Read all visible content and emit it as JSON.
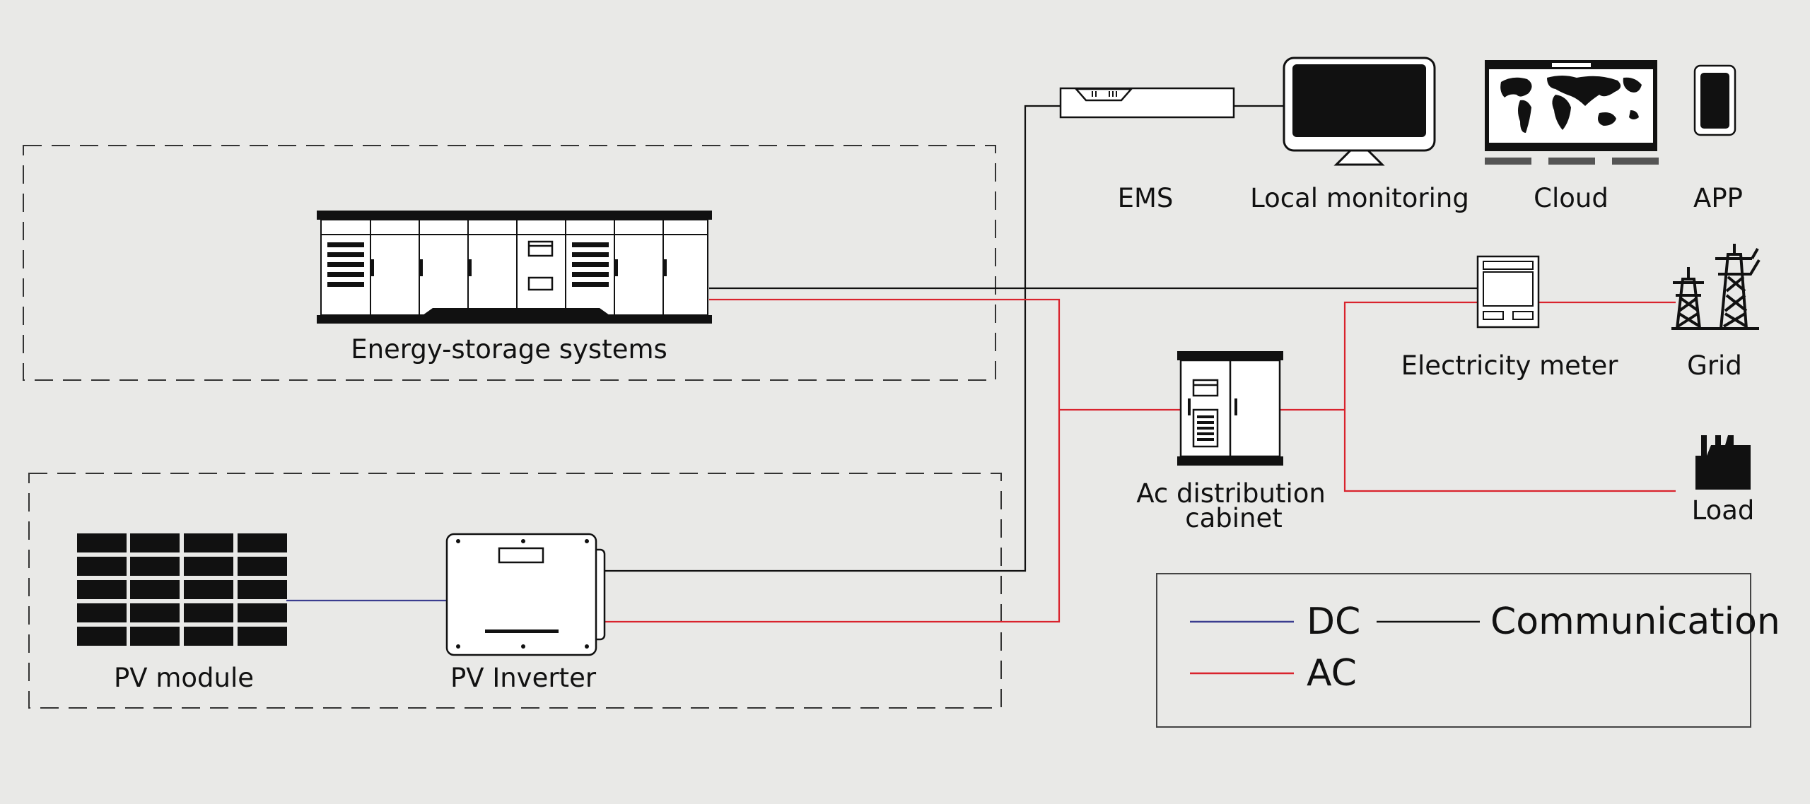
{
  "labels": {
    "energy_storage": "Energy-storage systems",
    "pv_module": "PV module",
    "pv_inverter": "PV Inverter",
    "ems": "EMS",
    "local_monitoring": "Local monitoring",
    "cloud": "Cloud",
    "app": "APP",
    "electricity_meter": "Electricity meter",
    "grid": "Grid",
    "ac_cabinet_line1": "Ac distribution",
    "ac_cabinet_line2": "cabinet",
    "load": "Load"
  },
  "legend": {
    "dc": "DC",
    "ac": "AC",
    "communication": "Communication"
  },
  "colors": {
    "dc": "#3b3d8f",
    "ac": "#d9232d",
    "communication": "#111111",
    "background": "#e9e9e7"
  },
  "icons": [
    "server-rack-icon",
    "solar-panel-icon",
    "inverter-icon",
    "ems-gateway-icon",
    "monitor-icon",
    "world-map-icon",
    "phone-icon",
    "meter-icon",
    "pylon-icon",
    "cabinet-icon",
    "factory-icon"
  ]
}
